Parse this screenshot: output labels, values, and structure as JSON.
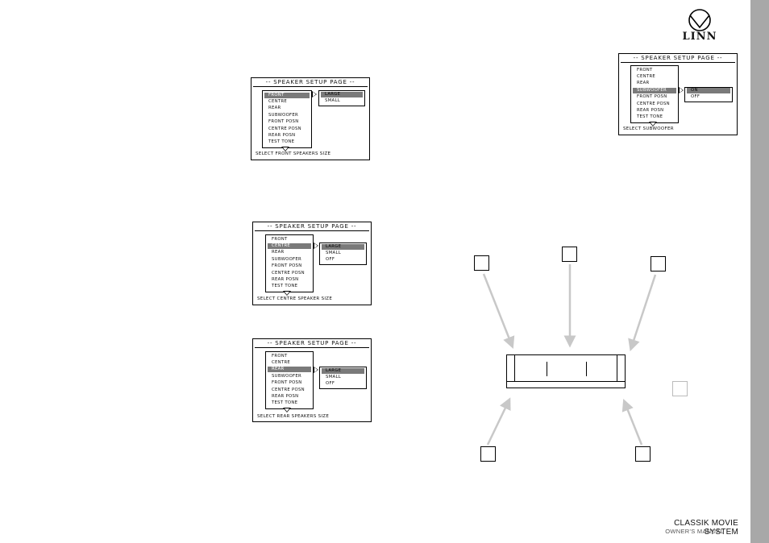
{
  "brand": {
    "logo_text": "LINN"
  },
  "footer": {
    "title": "CLASSIK MOVIE SYSTEM",
    "subtitle": "OWNER'S MANUAL"
  },
  "panels": {
    "front": {
      "title": "-- SPEAKER SETUP PAGE --",
      "menu": [
        "FRONT",
        "CENTRE",
        "REAR",
        "SUBWOOFER",
        "FRONT POSN",
        "CENTRE POSN",
        "REAR POSN",
        "TEST TONE"
      ],
      "selected": "FRONT",
      "options": [
        "LARGE",
        "SMALL"
      ],
      "selected_option": "LARGE",
      "hint": "SELECT FRONT SPEAKERS SIZE"
    },
    "centre": {
      "title": "-- SPEAKER SETUP PAGE --",
      "menu": [
        "FRONT",
        "CENTRE",
        "REAR",
        "SUBWOOFER",
        "FRONT POSN",
        "CENTRE POSN",
        "REAR POSN",
        "TEST TONE"
      ],
      "selected": "CENTRE",
      "options": [
        "LARGE",
        "SMALL",
        "OFF"
      ],
      "selected_option": "LARGE",
      "hint": "SELECT CENTRE SPEAKER SIZE"
    },
    "rear": {
      "title": "-- SPEAKER SETUP PAGE --",
      "menu": [
        "FRONT",
        "CENTRE",
        "REAR",
        "SUBWOOFER",
        "FRONT POSN",
        "CENTRE POSN",
        "REAR POSN",
        "TEST TONE"
      ],
      "selected": "REAR",
      "options": [
        "LARGE",
        "SMALL",
        "OFF"
      ],
      "selected_option": "LARGE",
      "hint": "SELECT REAR SPEAKERS SIZE"
    },
    "subwoofer": {
      "title": "-- SPEAKER SETUP PAGE --",
      "menu": [
        "FRONT",
        "CENTRE",
        "REAR",
        "SUBWOOFER",
        "FRONT POSN",
        "CENTRE POSN",
        "REAR POSN",
        "TEST TONE"
      ],
      "selected": "SUBWOOFER",
      "options": [
        "ON",
        "OFF"
      ],
      "selected_option": "ON",
      "hint": "SELECT SUBWOOFER"
    }
  },
  "diagram": {
    "speakers": [
      "front-left",
      "centre",
      "front-right",
      "subwoofer",
      "rear-left",
      "rear-right"
    ]
  },
  "colors": {
    "sidebar": "#a8a8a8",
    "selection": "#7a7a7a",
    "arrow": "#c8c8c8"
  }
}
